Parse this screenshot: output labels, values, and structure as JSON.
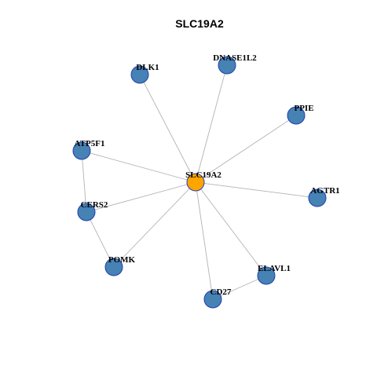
{
  "title": "SLC19A2",
  "colors": {
    "center_fill": "#FFA500",
    "node_fill": "#4682B4",
    "node_stroke": "#1F3FB0",
    "edge": "#B3B3B3"
  },
  "nodes": [
    {
      "id": "SLC19A2",
      "label": "SLC19A2",
      "center": true
    },
    {
      "id": "DLK1",
      "label": "DLK1"
    },
    {
      "id": "DNASE1L2",
      "label": "DNASE1L2"
    },
    {
      "id": "PPIE",
      "label": "PPIE"
    },
    {
      "id": "ATP5F1",
      "label": "ATP5F1"
    },
    {
      "id": "AGTR1",
      "label": "AGTR1"
    },
    {
      "id": "CERS2",
      "label": "CERS2"
    },
    {
      "id": "POMK",
      "label": "POMK"
    },
    {
      "id": "ELAVL1",
      "label": "ELAVL1"
    },
    {
      "id": "CD27",
      "label": "CD27"
    }
  ],
  "edges": [
    [
      "SLC19A2",
      "DLK1"
    ],
    [
      "SLC19A2",
      "DNASE1L2"
    ],
    [
      "SLC19A2",
      "PPIE"
    ],
    [
      "SLC19A2",
      "ATP5F1"
    ],
    [
      "SLC19A2",
      "AGTR1"
    ],
    [
      "SLC19A2",
      "CERS2"
    ],
    [
      "SLC19A2",
      "POMK"
    ],
    [
      "SLC19A2",
      "ELAVL1"
    ],
    [
      "SLC19A2",
      "CD27"
    ],
    [
      "ATP5F1",
      "CERS2"
    ],
    [
      "CERS2",
      "POMK"
    ],
    [
      "ELAVL1",
      "CD27"
    ]
  ]
}
